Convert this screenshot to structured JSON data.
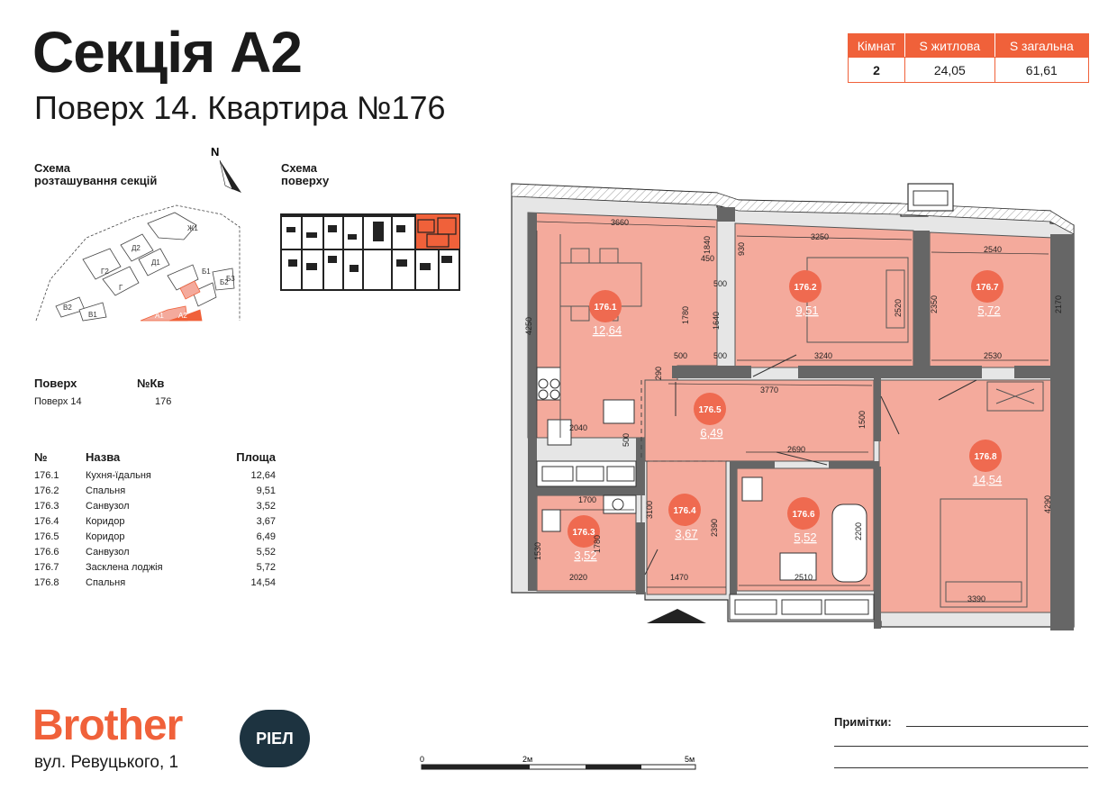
{
  "header": {
    "title": "Секція А2",
    "subtitle": "Поверх 14. Квартира №176"
  },
  "summary": {
    "headers": [
      "Кімнат",
      "S житлова",
      "S загальна"
    ],
    "values": [
      "2",
      "24,05",
      "61,61"
    ]
  },
  "section_scheme": {
    "heading_line1": "Схема",
    "heading_line2": "розташування секцій",
    "north": "N",
    "labels": [
      "Ж1",
      "Д2",
      "Д1",
      "Г2",
      "Г",
      "Б2",
      "Б1",
      "Б3",
      "В2",
      "В1",
      "А1",
      "А2"
    ]
  },
  "floor_scheme": {
    "heading_line1": "Схема",
    "heading_line2": "поверху"
  },
  "info": {
    "floor_label": "Поверх",
    "apt_label": "№Кв",
    "floor_value": "Поверх 14",
    "apt_value": "176"
  },
  "rooms": {
    "headers": [
      "№",
      "Назва",
      "Площа"
    ],
    "items": [
      {
        "num": "176.1",
        "name": "Кухня-їдальня",
        "area": "12,64"
      },
      {
        "num": "176.2",
        "name": "Спальня",
        "area": "9,51"
      },
      {
        "num": "176.3",
        "name": "Санвузол",
        "area": "3,52"
      },
      {
        "num": "176.4",
        "name": "Коридор",
        "area": "3,67"
      },
      {
        "num": "176.5",
        "name": "Коридор",
        "area": "6,49"
      },
      {
        "num": "176.6",
        "name": "Санвузол",
        "area": "5,52"
      },
      {
        "num": "176.7",
        "name": "Засклена лоджія",
        "area": "5,72"
      },
      {
        "num": "176.8",
        "name": "Спальня",
        "area": "14,54"
      }
    ]
  },
  "plan": {
    "dims": {
      "d3660": "3660",
      "d4250": "4250",
      "d1780a": "1780",
      "d1840": "1840",
      "d450": "450",
      "d930": "930",
      "d500a": "500",
      "d1640": "1640",
      "d500b": "500",
      "d500c": "500",
      "d3250": "3250",
      "d2520": "2520",
      "d3240": "3240",
      "d2540": "2540",
      "d2350": "2350",
      "d2170": "2170",
      "d2530": "2530",
      "d290": "290",
      "d3770": "3770",
      "d1500": "1500",
      "d2040": "2040",
      "d500d": "500",
      "d2690": "2690",
      "d4290": "4290",
      "d1700": "1700",
      "d3100": "3100",
      "d2390": "2390",
      "d2200": "2200",
      "d1780b": "1780",
      "d1530": "1530",
      "d2020": "2020",
      "d1470": "1470",
      "d2510": "2510",
      "d3390": "3390"
    }
  },
  "colors": {
    "accent": "#f0613a",
    "room_fill": "#f4aa9c",
    "badge": "#ef6a50",
    "wall": "#555555",
    "navy": "#1d3340"
  },
  "footer": {
    "brand": "Brother",
    "badge": "РІЕЛ",
    "address": "вул. Ревуцького, 1",
    "scale_labels": [
      "0",
      "2м",
      "5м"
    ],
    "notes_label": "Примітки:"
  }
}
